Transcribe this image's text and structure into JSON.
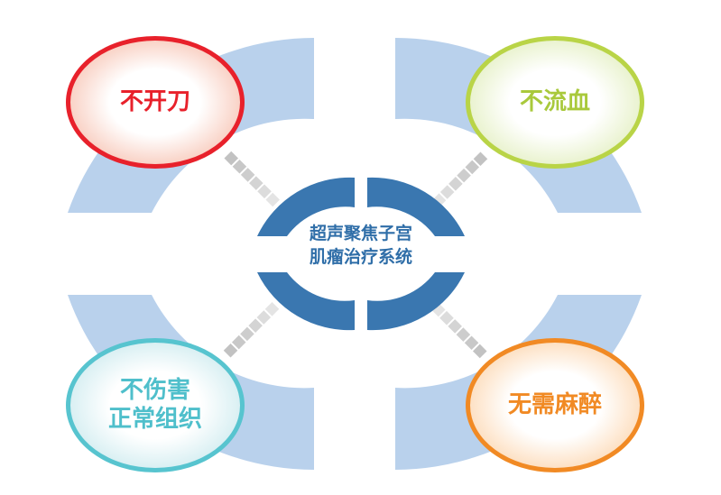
{
  "diagram": {
    "center": {
      "lines": [
        "超声聚焦子宫",
        "肌瘤治疗系统"
      ],
      "ring_color": "#3a77b0",
      "text_color": "#2f6ea8"
    },
    "arc_color": "#b9d1ec",
    "connector_color": "#c4c4c4",
    "nodes": [
      {
        "id": "top-left",
        "lines": [
          "不开刀"
        ],
        "border": "#e8212b",
        "fill": "#f6b9a6",
        "text": "#e8212b"
      },
      {
        "id": "top-right",
        "lines": [
          "不流血"
        ],
        "border": "#b9d447",
        "fill": "#dcebb0",
        "text": "#a9c93c"
      },
      {
        "id": "bottom-left",
        "lines": [
          "不伤害",
          "正常组织"
        ],
        "border": "#57c4cf",
        "fill": "#c4e8ec",
        "text": "#4fbfcb"
      },
      {
        "id": "bottom-right",
        "lines": [
          "无需麻醉"
        ],
        "border": "#f18a24",
        "fill": "#fbcf9f",
        "text": "#f18a24"
      }
    ]
  }
}
